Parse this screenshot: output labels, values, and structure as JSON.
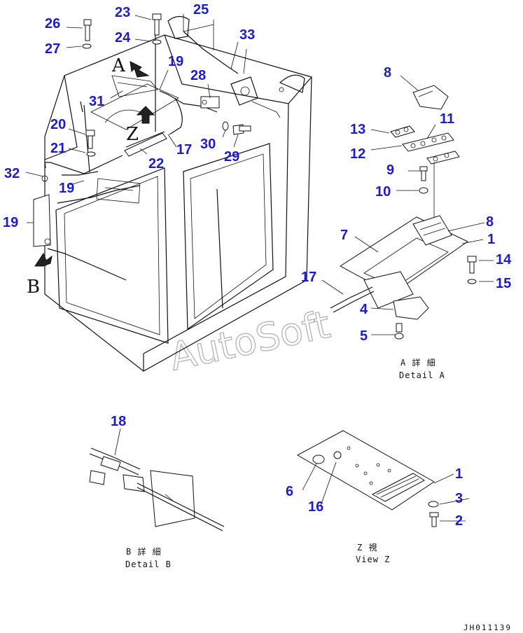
{
  "drawing_code": "JH011139",
  "watermark": "AutoSoft",
  "view_letters": {
    "a": "A",
    "b": "B",
    "z": "Z"
  },
  "captions": {
    "detail_a_jp": "A 詳 細",
    "detail_a_en": "Detail A",
    "detail_b_jp": "B 詳 細",
    "detail_b_en": "Detail B",
    "view_z_jp": "Z  視",
    "view_z_en": "View Z"
  },
  "part_labels": [
    "26",
    "27",
    "23",
    "24",
    "25",
    "33",
    "19",
    "28",
    "31",
    "20",
    "30",
    "29",
    "17",
    "21",
    "22",
    "32",
    "19",
    "19",
    "8",
    "13",
    "11",
    "12",
    "9",
    "10",
    "8",
    "7",
    "1",
    "14",
    "17",
    "15",
    "4",
    "5",
    "18",
    "1",
    "6",
    "3",
    "16",
    "2"
  ],
  "colors": {
    "label": "#1c1ccc",
    "line": "#111111",
    "watermark": "#b8b8b8"
  }
}
